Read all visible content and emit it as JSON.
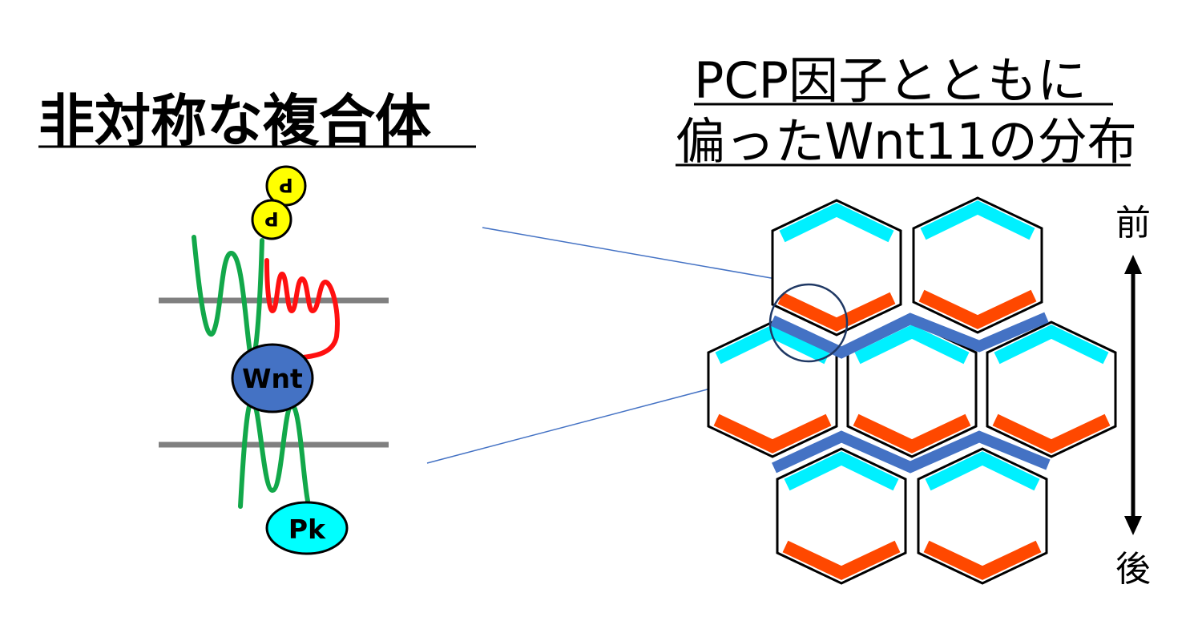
{
  "left": {
    "title": "非対称な複合体",
    "labels": {
      "wnt": "Wnt",
      "pk": "Pk",
      "phospho": "P"
    }
  },
  "right": {
    "title_line1": "PCP因子とともに",
    "title_line2": "偏ったWnt11の分布",
    "axis": {
      "top": "前",
      "bottom": "後"
    }
  },
  "colors": {
    "green": "#12a84a",
    "red": "#ff1010",
    "membrane": "#808080",
    "wnt_fill": "#4472c4",
    "pk_fill": "#00ffff",
    "phospho_fill": "#ffff00",
    "cyan_band": "#00f0ff",
    "orange_band": "#ff4800",
    "blue_band": "#4472c4",
    "zoom_line": "#4472c4",
    "circle": "#1f3864"
  }
}
